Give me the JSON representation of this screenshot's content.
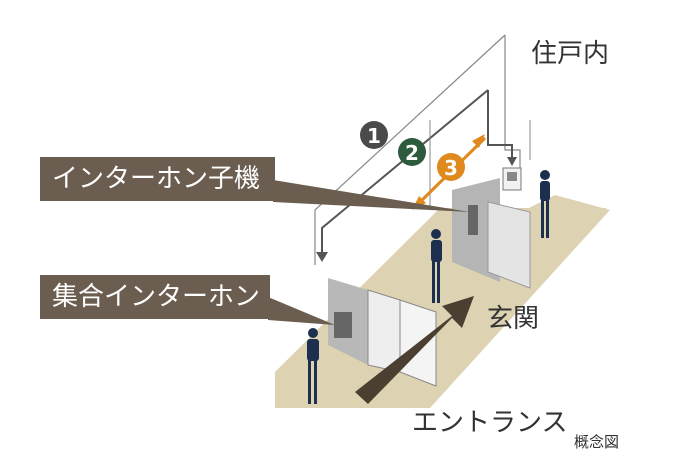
{
  "labels": {
    "indoor": "住戸内",
    "intercom_handset": "インターホン子機",
    "shared_intercom": "集合インターホン",
    "entrance_hall": "玄関",
    "entrance": "エントランス",
    "concept_note": "概念図"
  },
  "steps": [
    "1",
    "2",
    "3"
  ],
  "colors": {
    "floor": "#ddd3b3",
    "callout_bg": "#6b5d4f",
    "figure": "#1c2f4f",
    "step1": "#4a4a4a",
    "step2": "#2e5a3e",
    "step3": "#e08a1e",
    "arrow": "#4b3f32",
    "panel": "#c9c9c9"
  }
}
